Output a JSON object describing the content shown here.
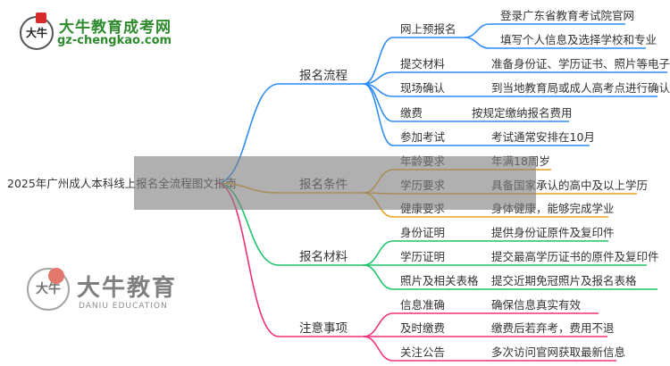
{
  "logo": {
    "title": "大牛教育成考网",
    "url": "gz-chengkao.com",
    "glyph": "大牛"
  },
  "watermark": {
    "title": "大牛教育",
    "subtitle": "DANIU EDUCATION",
    "glyph": "大牛"
  },
  "root": "2025年广州成人本科线上报名全流程图文指南",
  "branches": [
    {
      "label": "报名流程",
      "color": "#2f8cf5",
      "items": [
        {
          "label": "网上预报名",
          "leaves": [
            "登录广东省教育考试院官网",
            "填写个人信息及选择学校和专业"
          ]
        },
        {
          "label": "提交材料",
          "leaves": [
            "准备身份证、学历证书、照片等电子版"
          ]
        },
        {
          "label": "现场确认",
          "leaves": [
            "到当地教育局或成人高考点进行确认"
          ]
        },
        {
          "label": "缴费",
          "leaves": [
            "按规定缴纳报名费用"
          ]
        },
        {
          "label": "参加考试",
          "leaves": [
            "考试通常安排在10月"
          ]
        }
      ]
    },
    {
      "label": "报名条件",
      "color": "#e8a21d",
      "items": [
        {
          "label": "年龄要求",
          "leaves": [
            "年满18周岁"
          ]
        },
        {
          "label": "学历要求",
          "leaves": [
            "具备国家承认的高中及以上学历"
          ]
        },
        {
          "label": "健康要求",
          "leaves": [
            "身体健康，能够完成学业"
          ]
        }
      ]
    },
    {
      "label": "报名材料",
      "color": "#1fc46a",
      "items": [
        {
          "label": "身份证明",
          "leaves": [
            "提供身份证原件及复印件"
          ]
        },
        {
          "label": "学历证明",
          "leaves": [
            "提交最高学历证书的原件及复印件"
          ]
        },
        {
          "label": "照片及相关表格",
          "leaves": [
            "提交近期免冠照片及报名表格"
          ]
        }
      ]
    },
    {
      "label": "注意事项",
      "color": "#f0307a",
      "items": [
        {
          "label": "信息准确",
          "leaves": [
            "确保信息真实有效"
          ]
        },
        {
          "label": "及时缴费",
          "leaves": [
            "缴费后若弃考，费用不退"
          ]
        },
        {
          "label": "关注公告",
          "leaves": [
            "多次访问官网获取最新信息"
          ]
        }
      ]
    }
  ]
}
